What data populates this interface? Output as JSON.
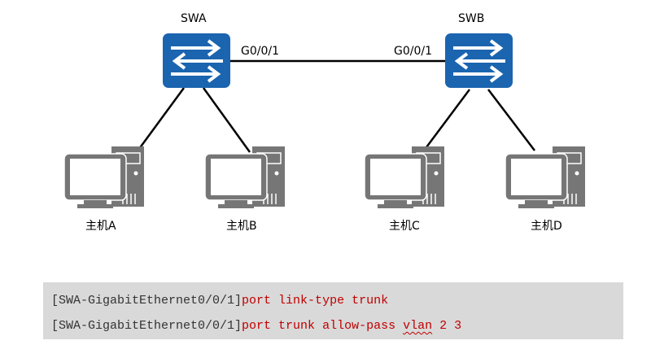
{
  "diagram": {
    "switches": [
      {
        "id": "swa",
        "name": "SWA",
        "port": "G0/0/1"
      },
      {
        "id": "swb",
        "name": "SWB",
        "port": "G0/0/1"
      }
    ],
    "hosts": [
      {
        "id": "a",
        "label": "主机A",
        "switch": "SWA"
      },
      {
        "id": "b",
        "label": "主机B",
        "switch": "SWA"
      },
      {
        "id": "c",
        "label": "主机C",
        "switch": "SWB"
      },
      {
        "id": "d",
        "label": "主机D",
        "switch": "SWB"
      }
    ],
    "colors": {
      "switch": "#1b64b0",
      "host": "#767676",
      "link": "#000000"
    }
  },
  "code": {
    "lines": [
      {
        "prompt": "[SWA-GigabitEthernet0/0/1]",
        "command": "port link-type trunk"
      },
      {
        "prompt": "[SWA-GigabitEthernet0/0/1]",
        "command_pre": "port trunk allow-pass ",
        "command_flag": "vlan",
        "command_post": " 2 3"
      }
    ]
  }
}
